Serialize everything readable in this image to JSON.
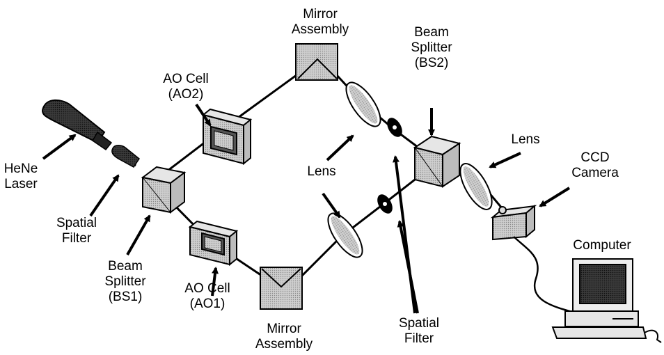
{
  "labels": {
    "hene_laser": [
      "HeNe",
      "Laser"
    ],
    "spatial_filter_left": [
      "Spatial",
      "Filter"
    ],
    "beam_splitter_bs1": [
      "Beam",
      "Splitter",
      "(BS1)"
    ],
    "ao_cell_ao2": [
      "AO Cell",
      "(AO2)"
    ],
    "ao_cell_ao1": [
      "AO Cell",
      "(AO1)"
    ],
    "mirror_assembly_top": [
      "Mirror",
      "Assembly"
    ],
    "mirror_assembly_bottom": [
      "Mirror",
      "Assembly"
    ],
    "lens_middle": "Lens",
    "beam_splitter_bs2": [
      "Beam",
      "Splitter",
      "(BS2)"
    ],
    "lens_right": "Lens",
    "ccd_camera": [
      "CCD",
      "Camera"
    ],
    "computer": "Computer",
    "spatial_filter_right": [
      "Spatial",
      "Filter"
    ]
  }
}
